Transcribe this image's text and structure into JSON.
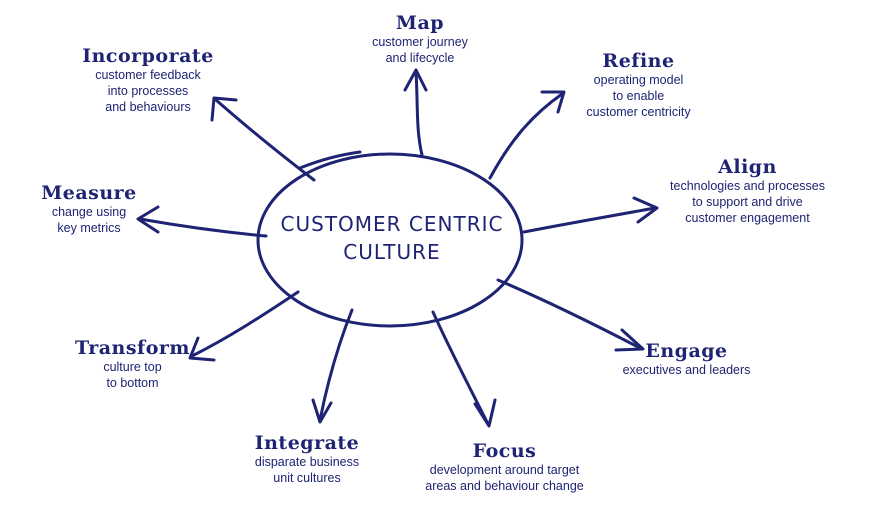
{
  "center": {
    "label": "CUSTOMER CENTRIC\nCULTURE"
  },
  "nodes": {
    "map": {
      "title": "Map",
      "desc": "customer journey\nand lifecycle"
    },
    "refine": {
      "title": "Refine",
      "desc": "operating model\nto enable\ncustomer centricity"
    },
    "align": {
      "title": "Align",
      "desc": "technologies and processes\nto support and drive\ncustomer engagement"
    },
    "engage": {
      "title": "Engage",
      "desc": "executives and leaders"
    },
    "focus": {
      "title": "Focus",
      "desc": "development around target\nareas and behaviour change"
    },
    "integrate": {
      "title": "Integrate",
      "desc": "disparate business\nunit cultures"
    },
    "transform": {
      "title": "Transform",
      "desc": "culture top\nto bottom"
    },
    "measure": {
      "title": "Measure",
      "desc": "change using\nkey metrics"
    },
    "incorporate": {
      "title": "Incorporate",
      "desc": "customer feedback\ninto processes\nand behaviours"
    }
  },
  "colors": {
    "ink": "#1e2473"
  }
}
